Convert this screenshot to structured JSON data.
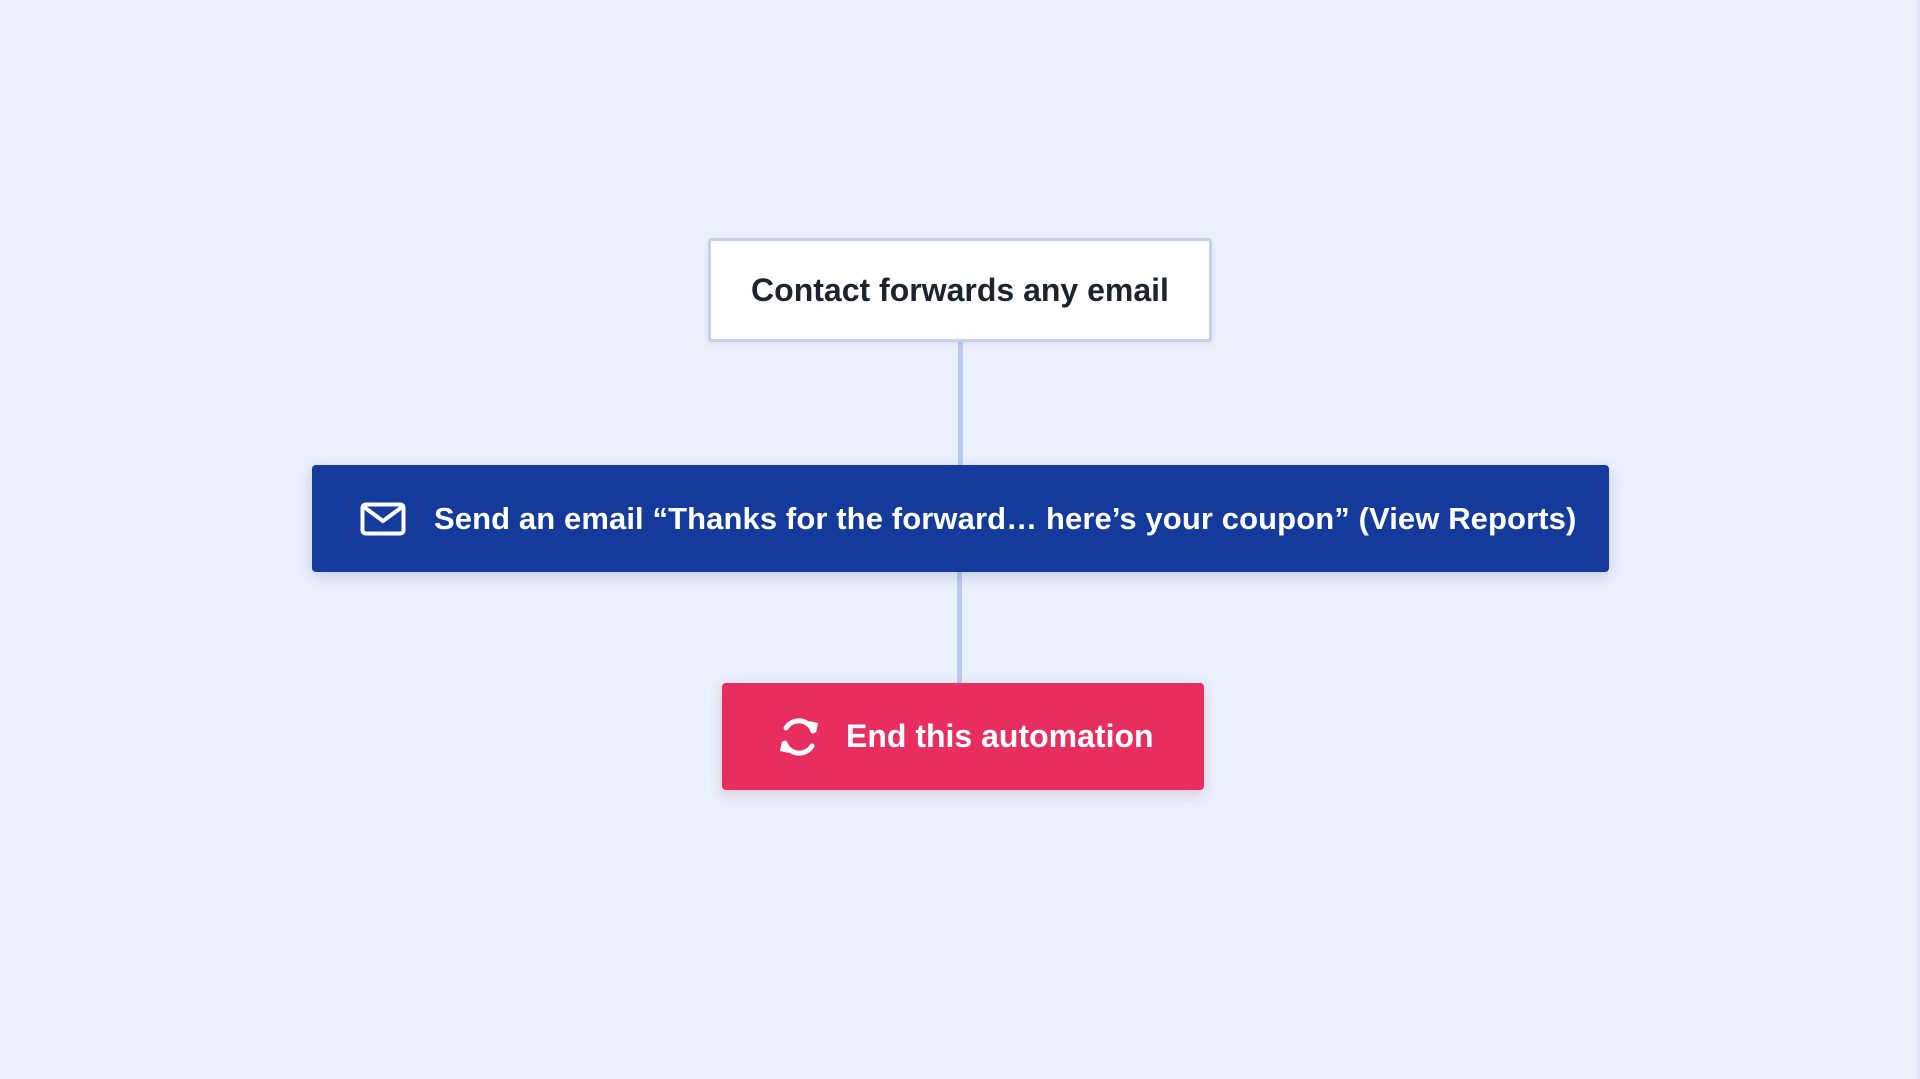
{
  "workflow": {
    "trigger": {
      "label": "Contact forwards any email"
    },
    "action": {
      "label": "Send an email “Thanks for the forward… here’s your coupon” (View Reports)",
      "icon": "envelope-icon",
      "color": "#143a9b"
    },
    "end": {
      "label": "End this automation",
      "icon": "refresh-icon",
      "color": "#e72e5f"
    }
  },
  "colors": {
    "background": "#ebf0fd",
    "connector": "#b9c9f2"
  }
}
